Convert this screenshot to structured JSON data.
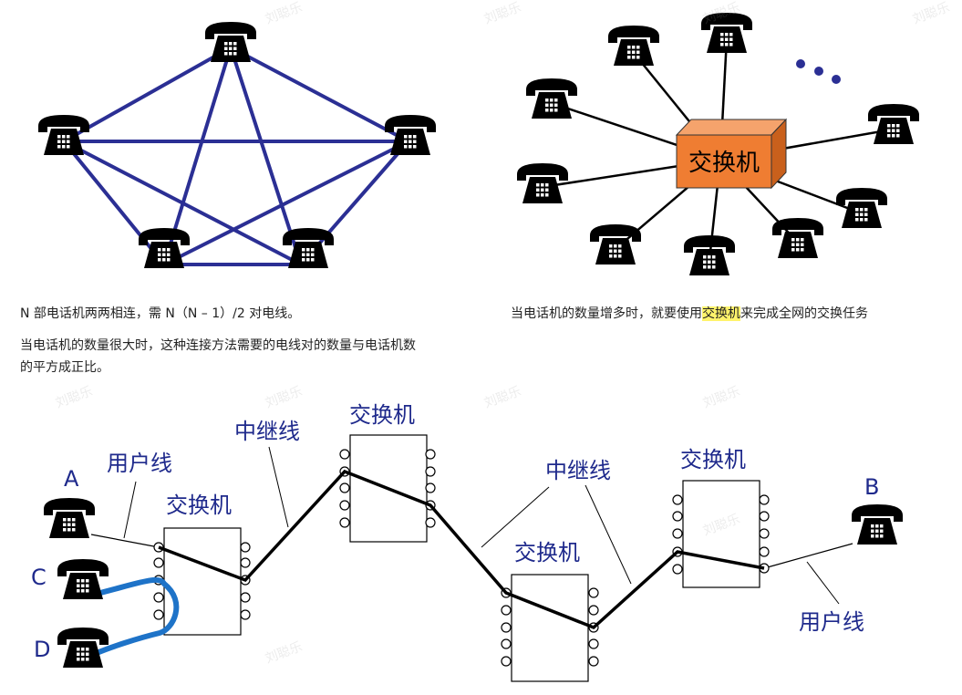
{
  "colors": {
    "mesh_line": "#2b2f94",
    "switch_fill": "#ef7d32",
    "switch_top": "#f5a36c",
    "switch_side": "#c9601c",
    "label_blue": "#1f2a8c",
    "loop_blue": "#1e73c8",
    "highlight": "#fff36b"
  },
  "top_left": {
    "caption_line1": "N 部电话机两两相连，需 N（N – 1）/2 对电线。",
    "caption_line2": "当电话机的数量很大时，这种连接方法需要的电线对的数量与电话机数",
    "caption_line3": "的平方成正比。"
  },
  "top_right": {
    "switch_label": "交换机",
    "caption_before": "当电话机的数量增多时，就要使用",
    "caption_highlight": "交换机",
    "caption_after": "来完成全网的交换任务"
  },
  "bottom": {
    "label_A": "A",
    "label_B": "B",
    "label_C": "C",
    "label_D": "D",
    "user_line_left": "用户线",
    "user_line_right": "用户线",
    "trunk_1": "中继线",
    "trunk_2": "中继线",
    "switch_1": "交换机",
    "switch_2": "交换机",
    "switch_3": "交换机",
    "switch_4": "交换机"
  },
  "watermark": "刘聪乐",
  "icons": {
    "phone": "telephone-icon",
    "dots": "ellipsis-dots-icon"
  }
}
